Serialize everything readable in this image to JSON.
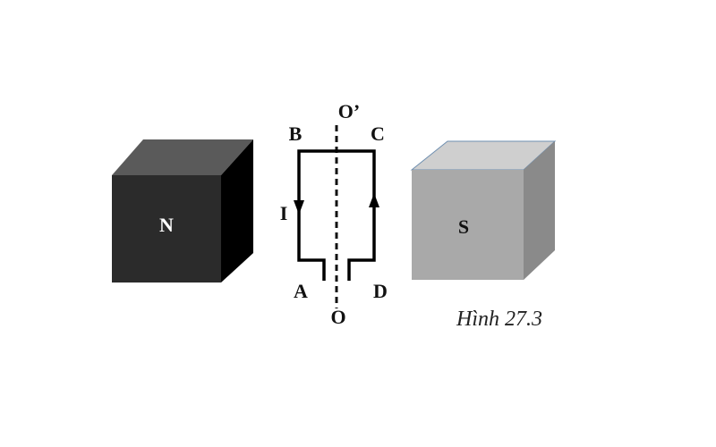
{
  "figure": {
    "caption": "Hình 27.3",
    "magnet_north_label": "N",
    "magnet_south_label": "S",
    "axis_top_label": "O’",
    "axis_bottom_label": "O",
    "corner_labels": {
      "A": "A",
      "B": "B",
      "C": "C",
      "D": "D"
    },
    "current_label": "I",
    "colors": {
      "north_front": "#2b2b2b",
      "north_top": "#5a5a5a",
      "north_side": "#000000",
      "south_front": "#a9a9a9",
      "south_top": "#cfcfcf",
      "south_side": "#8a8a8a",
      "wire": "#000000"
    }
  }
}
